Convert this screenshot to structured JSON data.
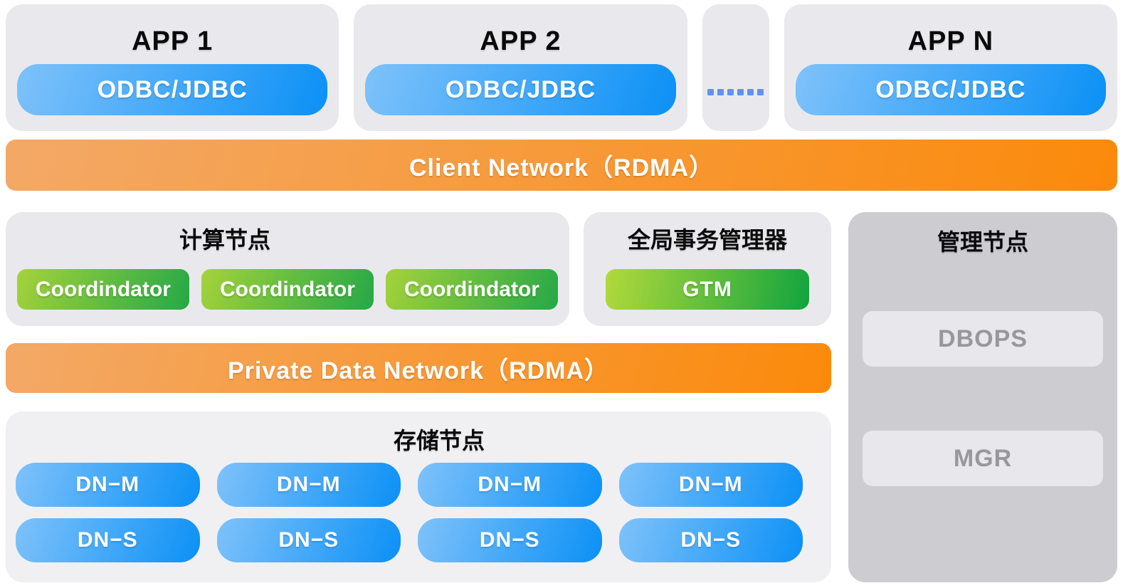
{
  "apps": [
    {
      "title": "APP 1",
      "driver": "ODBC/JDBC"
    },
    {
      "title": "APP 2",
      "driver": "ODBC/JDBC"
    },
    {
      "title": "APP N",
      "driver": "ODBC/JDBC"
    }
  ],
  "icons": {
    "apps_ellipsis": "six-blue-squares-ellipsis"
  },
  "client_network": {
    "label": "Client Network（RDMA）"
  },
  "compute": {
    "title": "计算节点",
    "nodes": [
      "Coordindator",
      "Coordindator",
      "Coordindator"
    ]
  },
  "gtm": {
    "title": "全局事务管理器",
    "node": "GTM"
  },
  "management": {
    "title": "管理节点",
    "items": [
      "DBOPS",
      "MGR"
    ]
  },
  "private_network": {
    "label": "Private Data Network（RDMA）"
  },
  "storage": {
    "title": "存储节点",
    "columns": [
      {
        "master": "DN−M",
        "slave": "DN−S"
      },
      {
        "master": "DN−M",
        "slave": "DN−S"
      },
      {
        "master": "DN−M",
        "slave": "DN−S"
      },
      {
        "master": "DN−M",
        "slave": "DN−S"
      }
    ]
  },
  "colors": {
    "accent_blue_start": "#7fc2fa",
    "accent_blue_end": "#0b90f6",
    "accent_green_start": "#a5d23b",
    "accent_green_end": "#25a847",
    "gtm_green_start": "#b2d93b",
    "gtm_green_end": "#12a43e",
    "network_orange_start": "#f3a967",
    "network_orange_end": "#fb8a0b",
    "card_gray": "#e9e9ed",
    "storage_gray": "#f0f0f3",
    "management_gray": "#cdccd1",
    "inner_gray_box": "#e8e7eb",
    "inner_gray_text": "#97979d",
    "ellipsis_blue": "#5f92f1"
  }
}
